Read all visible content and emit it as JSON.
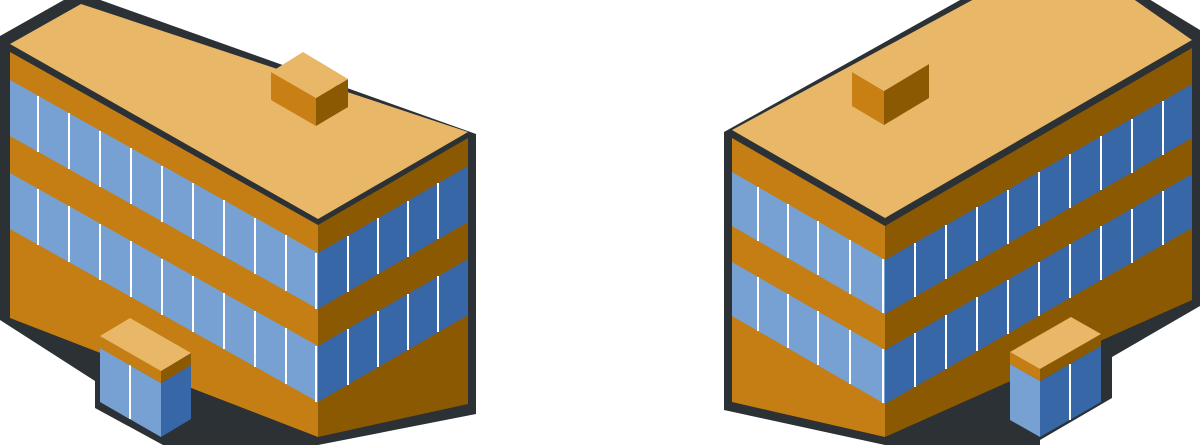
{
  "scene": {
    "background": "#ffffff",
    "buildings": [
      {
        "name": "left-building",
        "orientation": "entrance-left",
        "icon": "office-building-icon"
      },
      {
        "name": "right-building",
        "orientation": "entrance-right",
        "icon": "office-building-icon"
      }
    ]
  },
  "colors": {
    "outline": "#2b3135",
    "roof": "#e8b768",
    "roof_dark": "#c87f14",
    "wall_left": "#c57e13",
    "wall_right": "#8c5903",
    "glass_light": "#76a1d2",
    "glass_dark": "#3867a7",
    "mullion": "#ffffff"
  }
}
